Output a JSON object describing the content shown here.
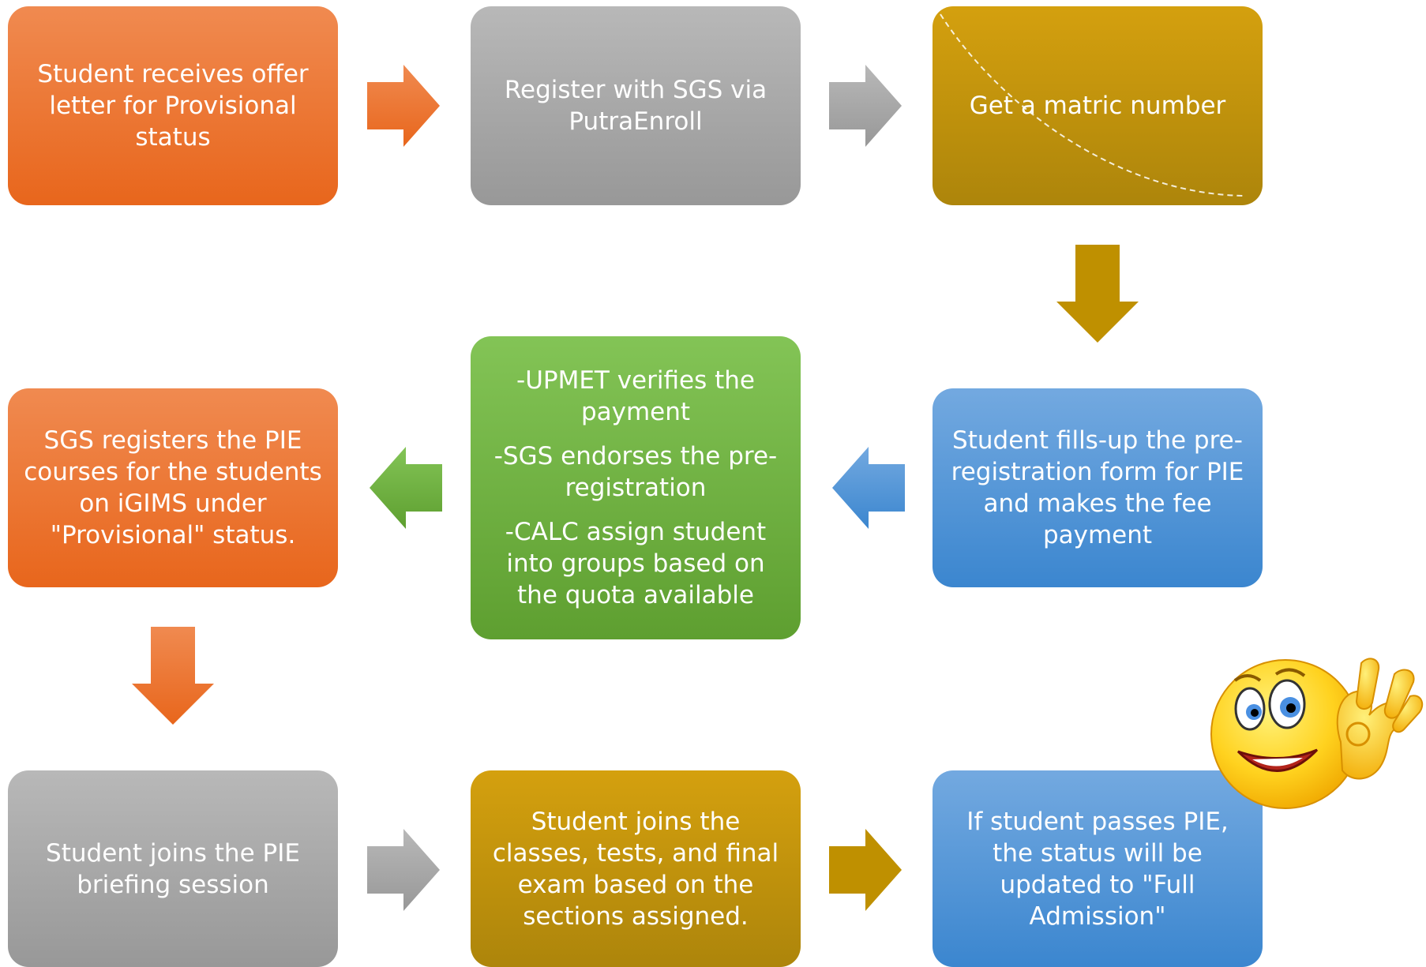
{
  "boxes": {
    "b1": "Student receives offer letter for Provisional status",
    "b2": "Register with SGS via PutraEnroll",
    "b3": "Get a matric number",
    "b4": "Student fills-up the pre-registration form for PIE and makes the fee payment",
    "b5": {
      "line1": "-UPMET verifies the payment",
      "line2": "-SGS endorses the pre-registration",
      "line3": "-CALC assign student into groups based on the quota available"
    },
    "b6": "SGS registers the PIE courses for the students on iGIMS under \"Provisional\" status.",
    "b7": "Student joins the PIE briefing session",
    "b8": "Student joins the classes, tests, and final exam based on the sections assigned.",
    "b9": "If student passes PIE, the status will be updated to \"Full Admission\""
  },
  "colors": {
    "orange": "#ed7d31",
    "gray": "#a5a5a5",
    "gold": "#bf9000",
    "green": "#70ad47",
    "blue": "#5b9bd5"
  },
  "icons": {
    "emoji": "winking-thumbs-up-emoji-icon"
  }
}
